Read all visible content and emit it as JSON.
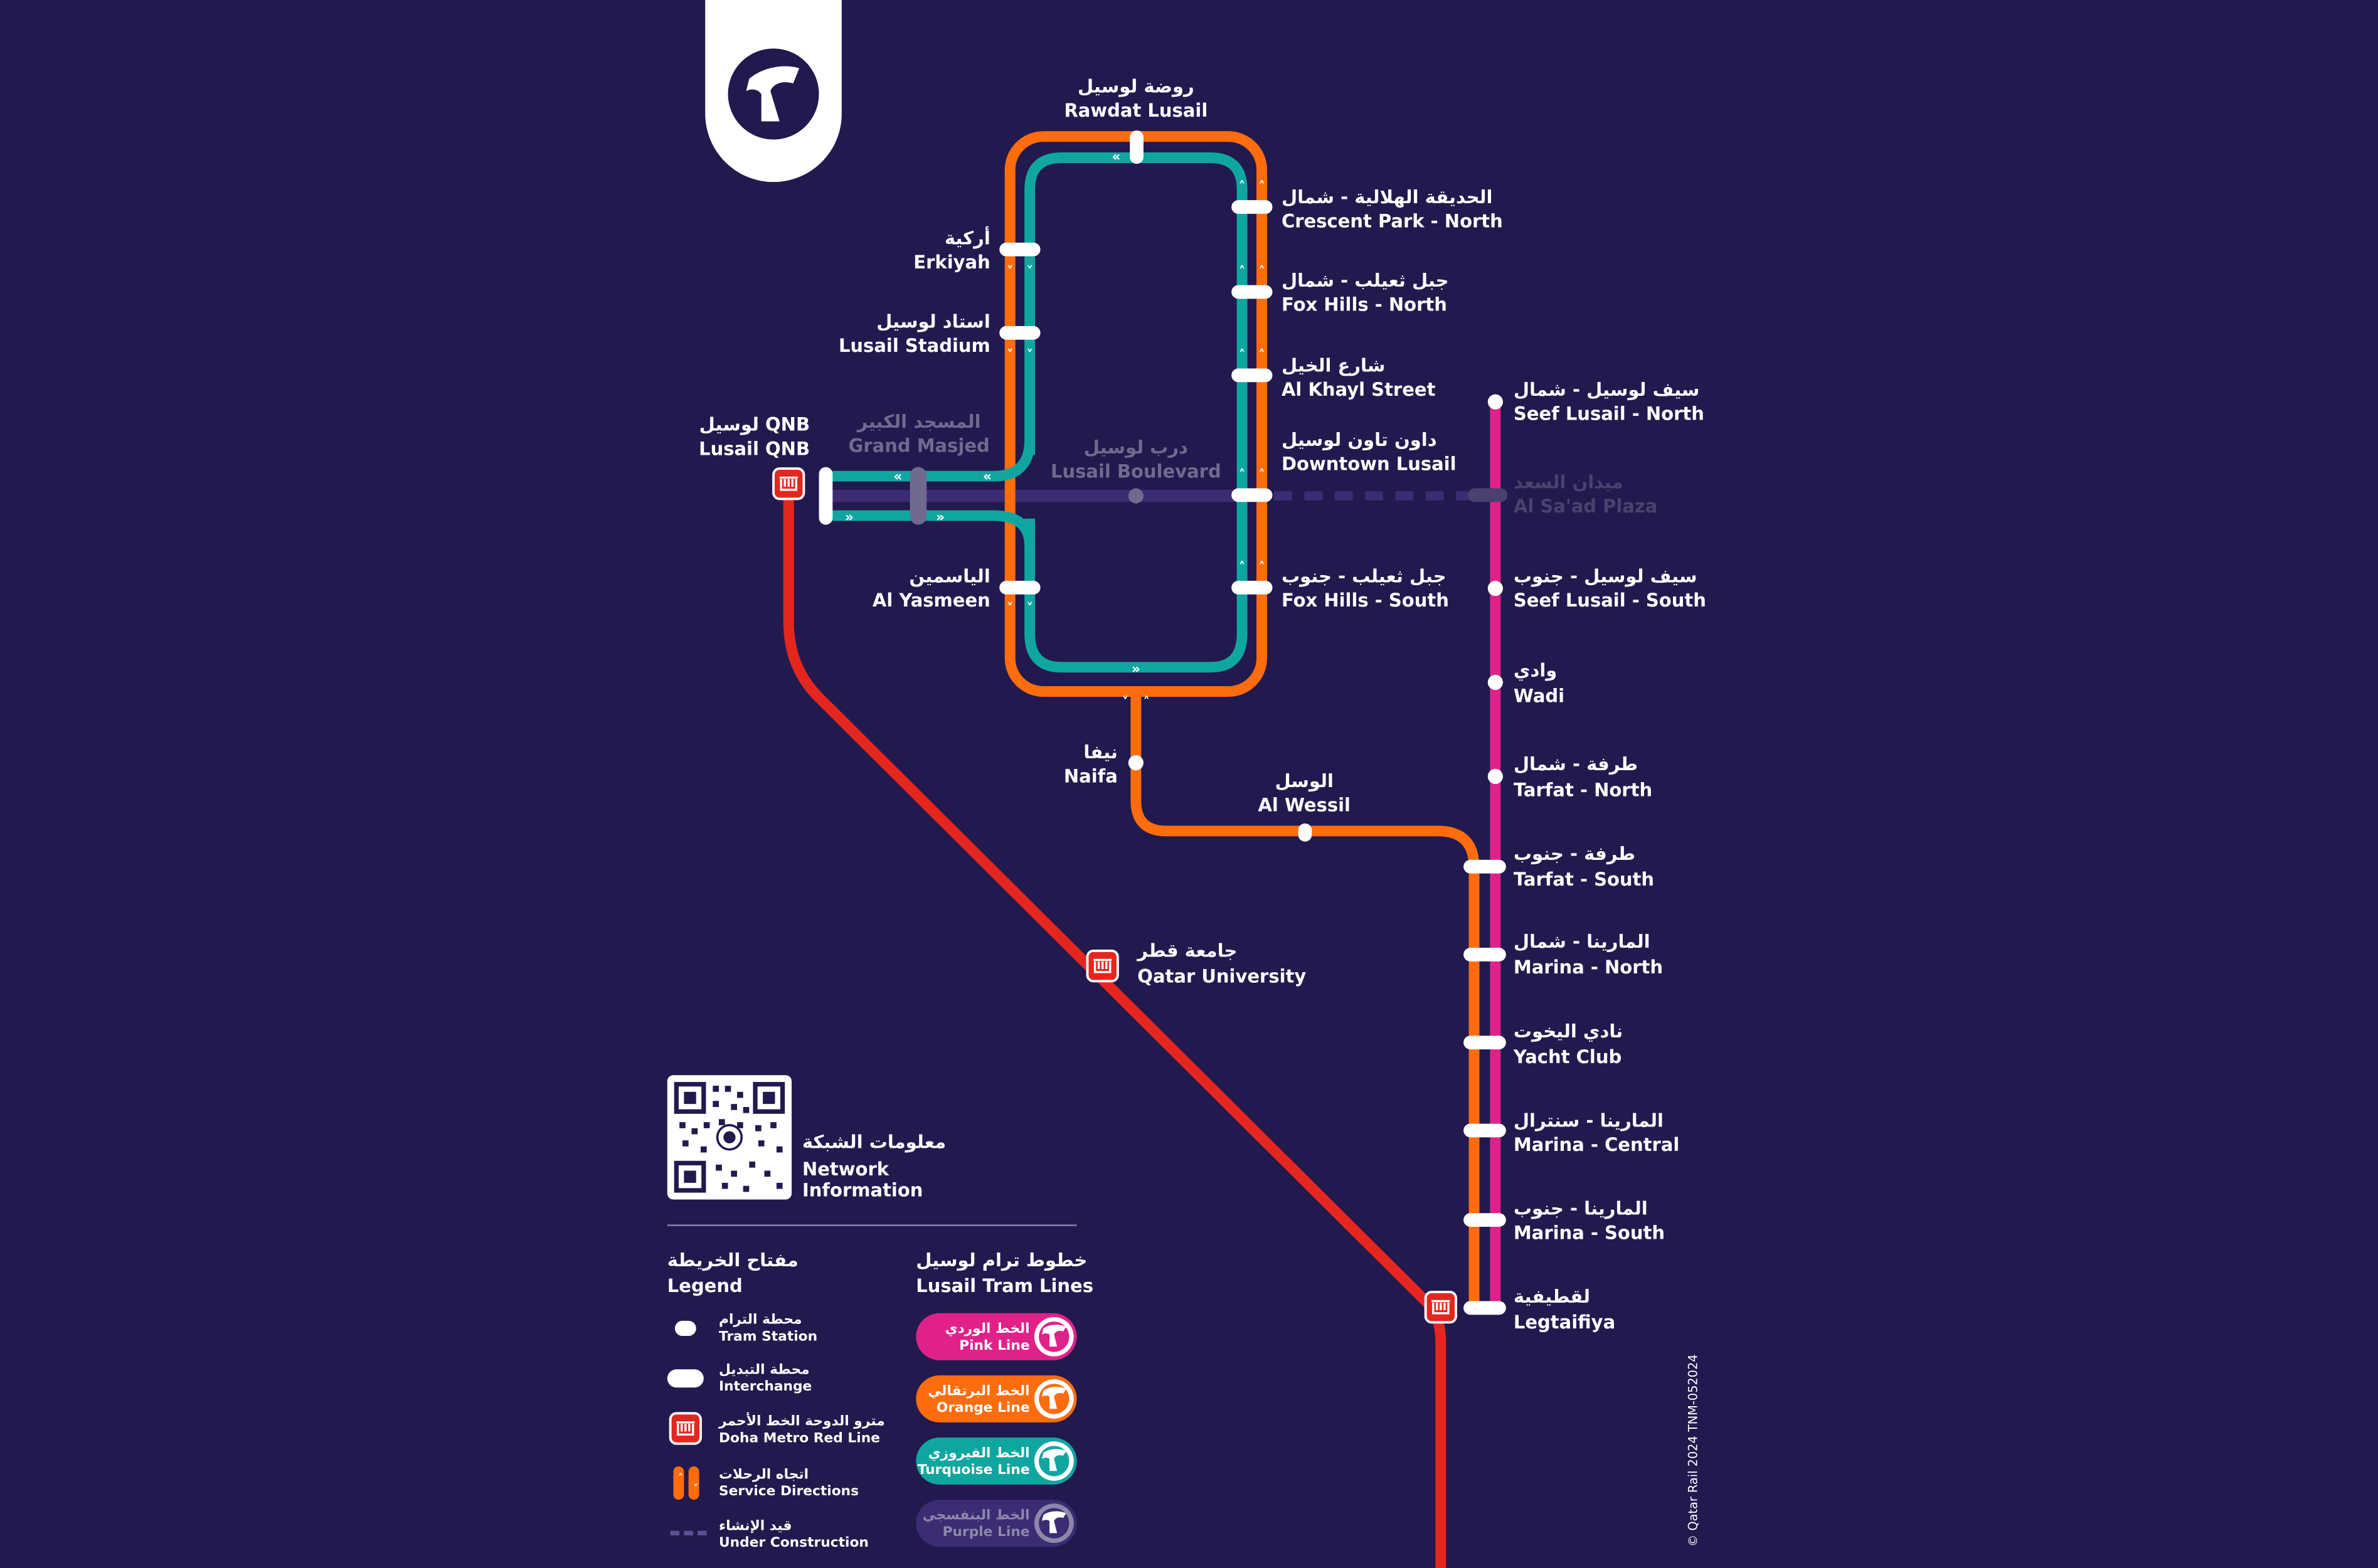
{
  "colors": {
    "background": "#221a4e",
    "pink": "#e0218a",
    "orange": "#ff6c0e",
    "turquoise": "#0fa6a0",
    "purple": "#3b2c73",
    "red": "#e5261f",
    "text": "#ffffff",
    "faded_text": "#6f6a8e"
  },
  "stations": {
    "rawdat_lusail": {
      "ar": "روضة لوسيل",
      "en": "Rawdat Lusail"
    },
    "crescent_north": {
      "ar": "الحديقة الهلالية - شمال",
      "en": "Crescent Park - North"
    },
    "fox_hills_north": {
      "ar": "جبل ثعيلب - شمال",
      "en": "Fox Hills - North"
    },
    "al_khayl": {
      "ar": "شارع الخيل",
      "en": "Al Khayl Street"
    },
    "downtown": {
      "ar": "داون تاون لوسيل",
      "en": "Downtown Lusail"
    },
    "fox_hills_south": {
      "ar": "جبل ثعيلب - جنوب",
      "en": "Fox Hills - South"
    },
    "erkiyah": {
      "ar": "أركية",
      "en": "Erkiyah"
    },
    "lusail_stadium": {
      "ar": "استاد لوسيل",
      "en": "Lusail Stadium"
    },
    "al_yasmeen": {
      "ar": "الياسمين",
      "en": "Al Yasmeen"
    },
    "grand_masjed": {
      "ar": "المسجد الكبير",
      "en": "Grand Masjed"
    },
    "lusail_boulevard": {
      "ar": "درب لوسيل",
      "en": "Lusail Boulevard"
    },
    "lusail_qnb_ar": "لوسيل QNB",
    "lusail_qnb_en": "Lusail QNB",
    "naifa": {
      "ar": "نيفا",
      "en": "Naifa"
    },
    "al_wessil": {
      "ar": "الوسل",
      "en": "Al Wessil"
    },
    "qatar_university": {
      "ar": "جامعة قطر",
      "en": "Qatar University"
    },
    "seef_north": {
      "ar": "سيف لوسيل - شمال",
      "en": "Seef Lusail - North"
    },
    "al_saad_plaza": {
      "ar": "ميدان السعد",
      "en": "Al Sa'ad Plaza"
    },
    "seef_south": {
      "ar": "سيف لوسيل - جنوب",
      "en": "Seef Lusail - South"
    },
    "wadi": {
      "ar": "وادي",
      "en": "Wadi"
    },
    "tarfat_north": {
      "ar": "طرفة - شمال",
      "en": "Tarfat - North"
    },
    "tarfat_south": {
      "ar": "طرفة - جنوب",
      "en": "Tarfat - South"
    },
    "marina_north": {
      "ar": "المارينا - شمال",
      "en": "Marina - North"
    },
    "yacht_club": {
      "ar": "نادي اليخوت",
      "en": "Yacht Club"
    },
    "marina_central": {
      "ar": "المارينا - سنترال",
      "en": "Marina - Central"
    },
    "marina_south": {
      "ar": "المارينا - جنوب",
      "en": "Marina - South"
    },
    "legtaifiya": {
      "ar": "لقطيفية",
      "en": "Legtaifiya"
    }
  },
  "network_info": {
    "ar": "معلومات الشبكة",
    "en_line1": "Network",
    "en_line2": "Information"
  },
  "legend": {
    "title_ar": "مفتاح الخريطة",
    "title_en": "Legend",
    "tram_station": {
      "ar": "محطة الترام",
      "en": "Tram Station"
    },
    "interchange": {
      "ar": "محطة التبديل",
      "en": "Interchange"
    },
    "metro_red": {
      "ar": "مترو الدوحة الخط الأحمر",
      "en": "Doha Metro Red Line"
    },
    "service_directions": {
      "ar": "اتجاه الرحلات",
      "en": "Service Directions"
    },
    "under_construction": {
      "ar": "قيد الإنشاء",
      "en": "Under Construction"
    }
  },
  "lines": {
    "title_ar": "خطوط ترام لوسيل",
    "title_en": "Lusail Tram Lines",
    "pink": {
      "ar": "الخط الوردي",
      "en": "Pink Line"
    },
    "orange": {
      "ar": "الخط البرتقالي",
      "en": "Orange Line"
    },
    "turquoise": {
      "ar": "الخط الفيروزي",
      "en": "Turquoise Line"
    },
    "purple": {
      "ar": "الخط البنفسجي",
      "en": "Purple Line"
    }
  },
  "copyright": "© Qatar Rail 2024    TNM-052024"
}
